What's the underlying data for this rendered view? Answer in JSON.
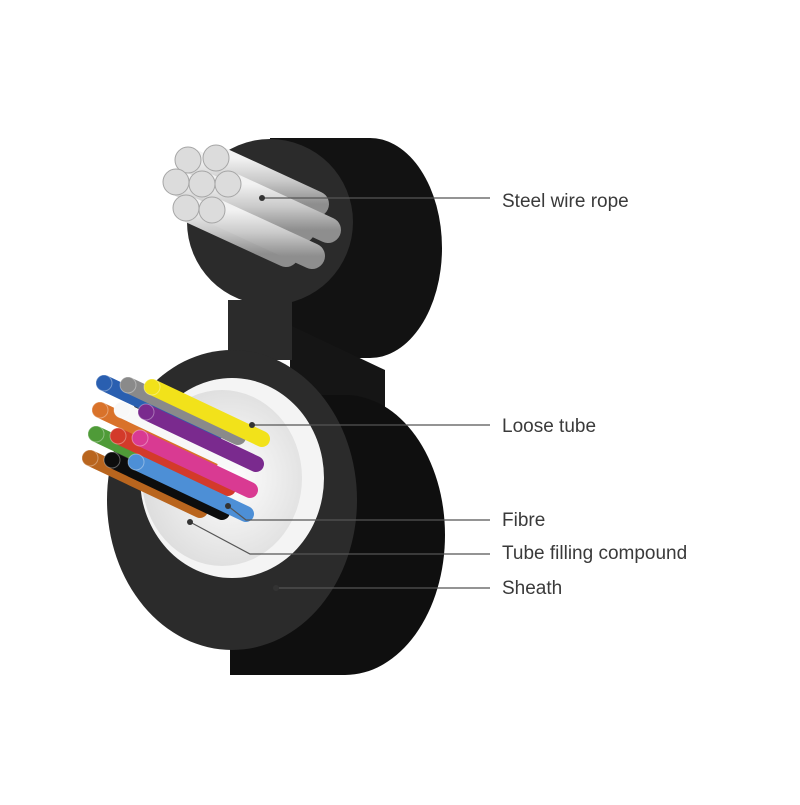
{
  "diagram": {
    "subject": "figure-8 fibre optic drop cable cross-section",
    "labels": {
      "steel_wire_rope": "Steel wire rope",
      "loose_tube": "Loose tube",
      "fibre": "Fibre",
      "tube_filling_compound": "Tube filling compound",
      "sheath": "Sheath"
    },
    "colors": {
      "sheath": "#2b2b2b",
      "sheath_side": "#111111",
      "loose_tube": "#f4f4f4",
      "filling_compound": "#e6e6e6",
      "steel_wire": "#d2d2d2",
      "leader_line": "#555555",
      "label_text": "#3a3a3a"
    },
    "fibre_colors": [
      "#2a5fb0",
      "#8a8a8a",
      "#f2e21a",
      "#d9722a",
      "#f8f8f8",
      "#7a2a8e",
      "#4f9b38",
      "#d33a2a",
      "#d93a92",
      "#b9651e",
      "#0d0d0d",
      "#4d8fd6"
    ]
  }
}
